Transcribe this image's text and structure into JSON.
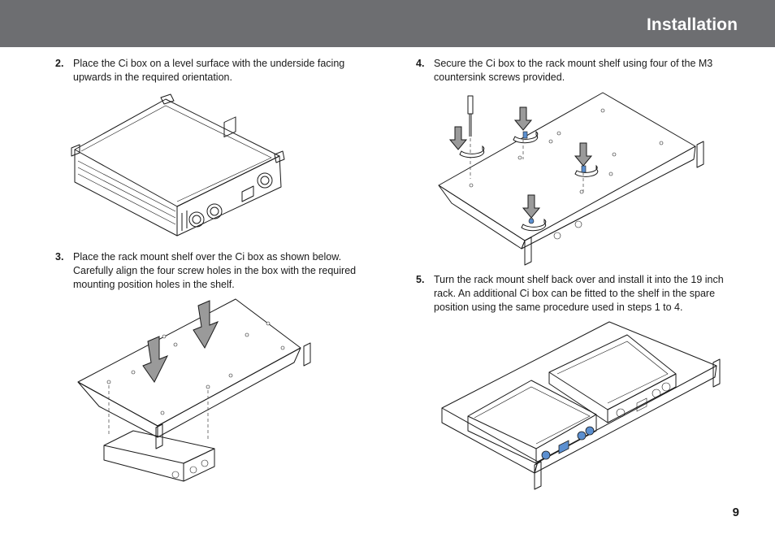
{
  "header": {
    "title": "Installation"
  },
  "steps": [
    {
      "number": "2.",
      "text": "Place the Ci box on a level surface with the underside facing upwards in the required orientation."
    },
    {
      "number": "3.",
      "text": "Place the rack mount shelf over the Ci box as shown below. Carefully align the four screw holes in the box with the required mounting position holes in the shelf."
    },
    {
      "number": "4.",
      "text": "Secure the Ci box to the rack mount shelf using four of the M3 countersink screws provided."
    },
    {
      "number": "5.",
      "text": "Turn the rack mount shelf back over and install it into the 19 inch rack. An additional Ci box can be fitted to the shelf in the spare position using the same procedure used in steps 1 to 4."
    }
  ],
  "page_number": "9",
  "colors": {
    "header_bg": "#6d6e71",
    "shelf_blue": "#5b8fd0",
    "arrow_gray": "#9a9a9a"
  }
}
